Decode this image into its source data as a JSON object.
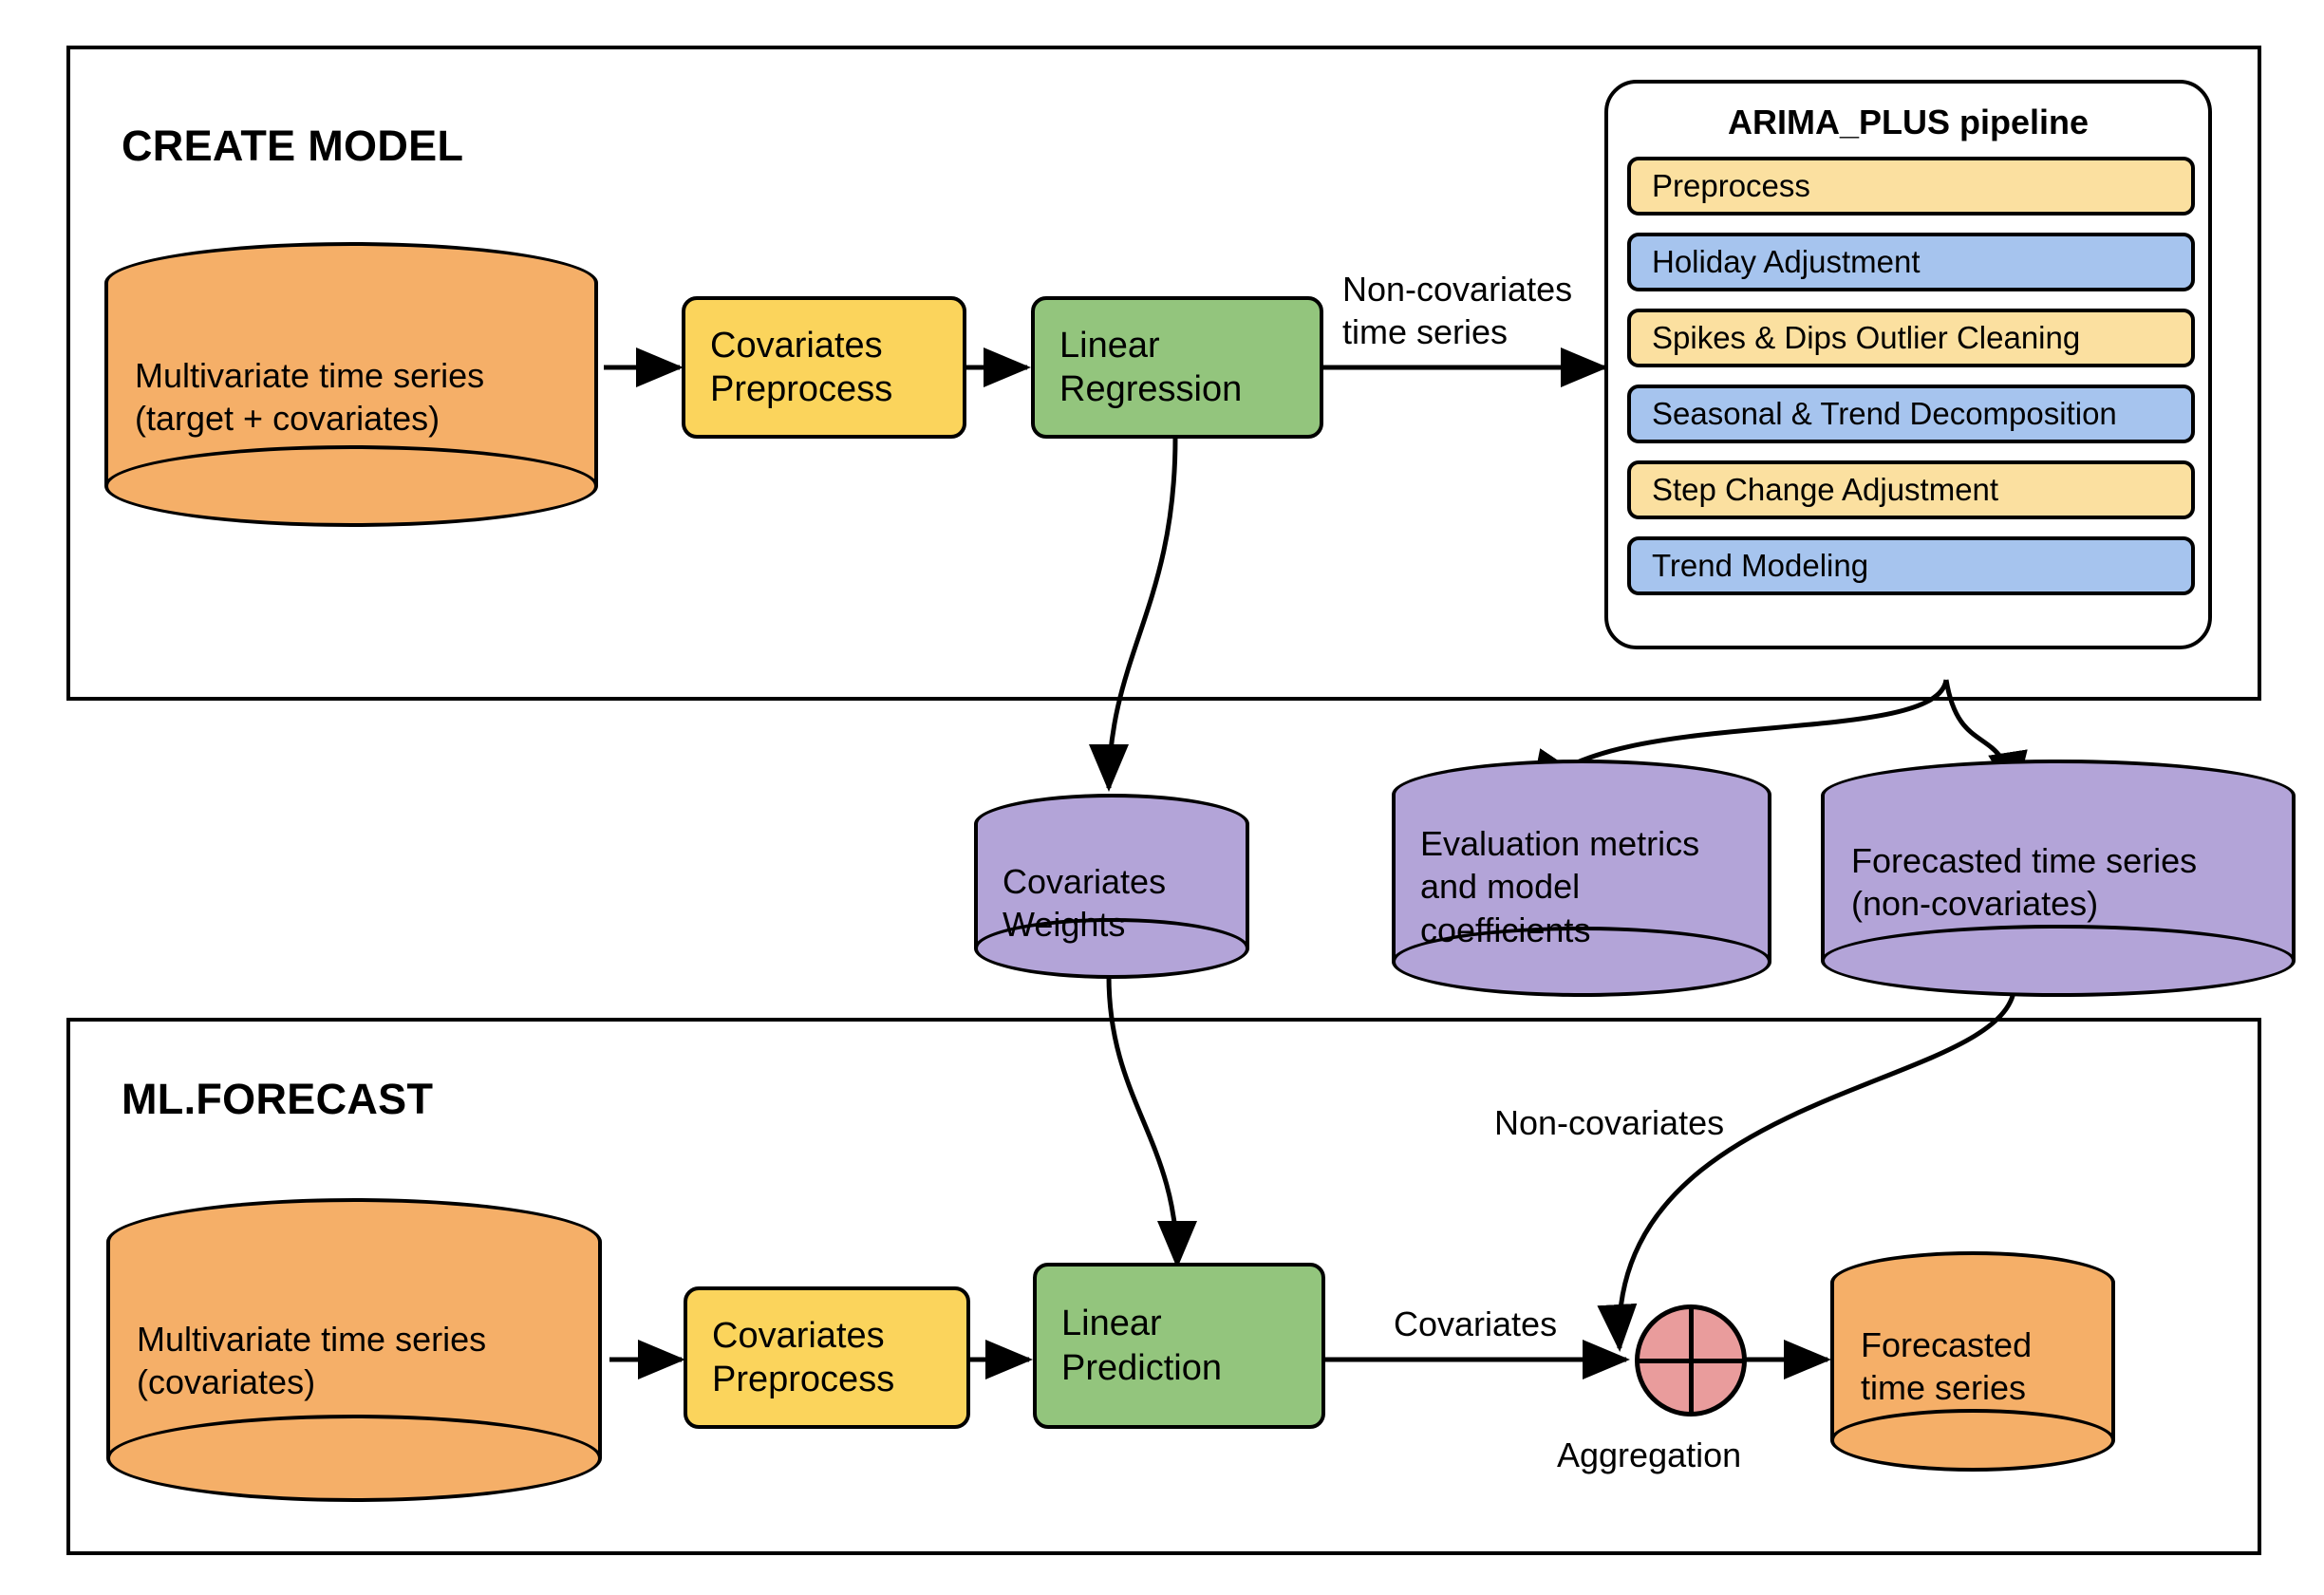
{
  "diagram": {
    "title": "BigQuery ML multivariate ARIMA_PLUS_XREG flow",
    "colors": {
      "orange": "#F5AF68",
      "yellow": "#FBD45C",
      "green": "#93C57D",
      "purple": "#B3A4D8",
      "pipeline_sand": "#FBE0A0",
      "pipeline_blue": "#A6C4EE",
      "aggregation_pink": "#E99C9C",
      "stroke": "#000000",
      "background": "#FFFFFF"
    }
  },
  "create_model": {
    "panel_title": "CREATE MODEL",
    "input_store": "Multivariate time series\n(target + covariates)",
    "covariates_preprocess": "Covariates\nPreprocess",
    "linear_regression": "Linear\nRegression",
    "edge_to_pipeline": "Non-covariates\ntime series",
    "pipeline": {
      "title": "ARIMA_PLUS pipeline",
      "stages": [
        {
          "label": "Preprocess",
          "tone": "sand"
        },
        {
          "label": "Holiday Adjustment",
          "tone": "blue"
        },
        {
          "label": "Spikes & Dips Outlier Cleaning",
          "tone": "sand"
        },
        {
          "label": "Seasonal & Trend Decomposition",
          "tone": "blue"
        },
        {
          "label": "Step Change Adjustment",
          "tone": "sand"
        },
        {
          "label": "Trend Modeling",
          "tone": "blue"
        }
      ]
    }
  },
  "artifacts": [
    {
      "label": "Covariates\nWeights"
    },
    {
      "label": "Evaluation metrics\nand model\ncoefficients"
    },
    {
      "label": "Forecasted time series\n(non-covariates)"
    }
  ],
  "ml_forecast": {
    "panel_title": "ML.FORECAST",
    "input_store": "Multivariate time series\n(covariates)",
    "covariates_preprocess": "Covariates\nPreprocess",
    "linear_prediction": "Linear\nPrediction",
    "edge_covariates": "Covariates",
    "edge_non_covariates": "Non-covariates",
    "aggregation_label": "Aggregation",
    "output_store": "Forecasted\ntime series"
  }
}
